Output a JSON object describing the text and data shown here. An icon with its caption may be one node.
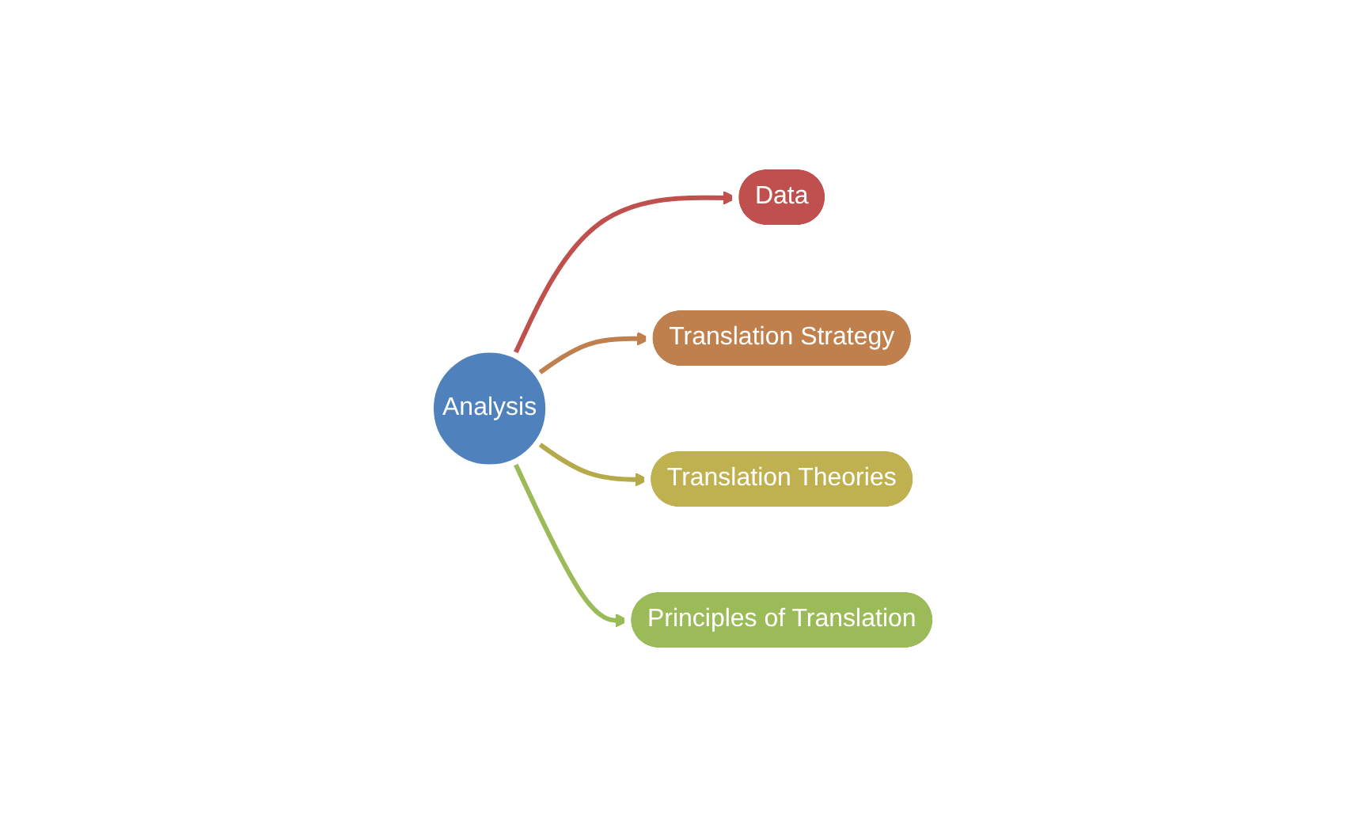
{
  "diagram": {
    "nodes": [
      {
        "text": [
          "Analysis"
        ]
      },
      {
        "text": [
          "Data"
        ]
      },
      {
        "text": [
          "Translation Strategy"
        ]
      },
      {
        "text": [
          "Translation Theories"
        ]
      },
      {
        "text": [
          "Principles of Translation"
        ]
      }
    ],
    "edges": [
      {
        "from": 0,
        "to": 1,
        "arrow": "to",
        "color": "#c0504d"
      },
      {
        "from": 0,
        "to": 2,
        "arrow": "to",
        "color": "#c0804d"
      },
      {
        "from": 0,
        "to": 3,
        "arrow": "to",
        "color": "#b5a94a"
      },
      {
        "from": 0,
        "to": 4,
        "arrow": "to",
        "color": "#9bbb59"
      }
    ]
  }
}
